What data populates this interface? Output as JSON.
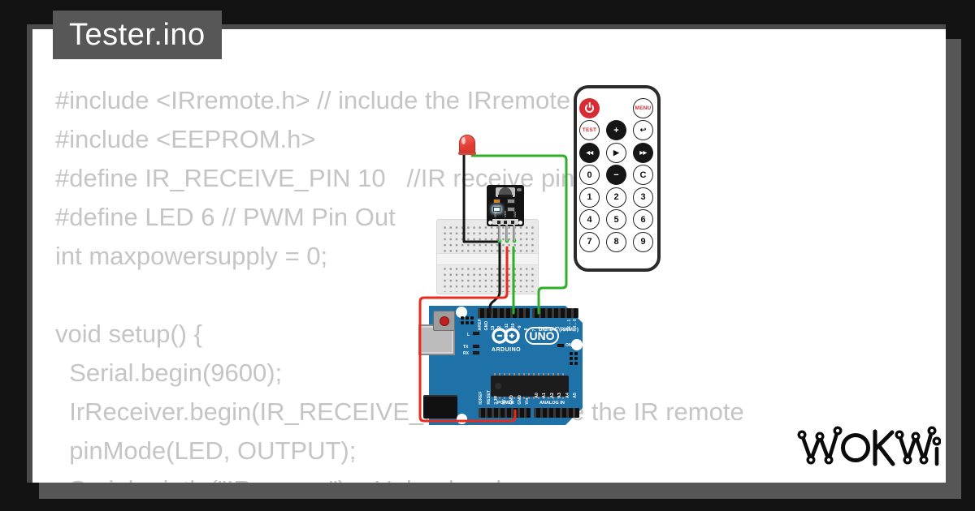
{
  "title": "Tester.ino",
  "code": {
    "lines": [
      "#include <IRremote.h> // include the IRremote library",
      "#include <EEPROM.h>",
      "#define IR_RECEIVE_PIN 10   //IR receive pin",
      "#define LED 6 // PWM Pin Out",
      "int maxpowersupply = 0;",
      "",
      "void setup() {",
      "  Serial.begin(9600);",
      "  IrReceiver.begin(IR_RECEIVE_PIN); // enable the IR remote",
      "  pinMode(LED, OUTPUT);",
      "  Serial.println(\"IRrecep..\");   Upload code"
    ]
  },
  "remote": {
    "buttons": [
      {
        "id": "power",
        "row": 0,
        "col": 0,
        "style": "red",
        "glyph": "power-icon",
        "label": ""
      },
      {
        "id": "menu",
        "row": 0,
        "col": 2,
        "style": "white-red",
        "label": "MENU"
      },
      {
        "id": "test",
        "row": 1,
        "col": 0,
        "style": "white-red",
        "label": "TEST"
      },
      {
        "id": "plus",
        "row": 1,
        "col": 1,
        "style": "black",
        "label": "+"
      },
      {
        "id": "back",
        "row": 1,
        "col": 2,
        "style": "white",
        "label": "↩",
        "size": "md"
      },
      {
        "id": "prev",
        "row": 2,
        "col": 0,
        "style": "black",
        "label": "◀◀",
        "size": "sm"
      },
      {
        "id": "play",
        "row": 2,
        "col": 1,
        "style": "white",
        "label": "▶",
        "size": "md"
      },
      {
        "id": "next",
        "row": 2,
        "col": 2,
        "style": "black",
        "label": "▶▶",
        "size": "sm"
      },
      {
        "id": "num-0",
        "row": 3,
        "col": 0,
        "style": "white",
        "label": "0"
      },
      {
        "id": "minus",
        "row": 3,
        "col": 1,
        "style": "black",
        "label": "−"
      },
      {
        "id": "clear",
        "row": 3,
        "col": 2,
        "style": "white",
        "label": "C"
      },
      {
        "id": "num-1",
        "row": 4,
        "col": 0,
        "style": "white",
        "label": "1"
      },
      {
        "id": "num-2",
        "row": 4,
        "col": 1,
        "style": "white",
        "label": "2"
      },
      {
        "id": "num-3",
        "row": 4,
        "col": 2,
        "style": "white",
        "label": "3"
      },
      {
        "id": "num-4",
        "row": 5,
        "col": 0,
        "style": "white",
        "label": "4"
      },
      {
        "id": "num-5",
        "row": 5,
        "col": 1,
        "style": "white",
        "label": "5"
      },
      {
        "id": "num-6",
        "row": 5,
        "col": 2,
        "style": "white",
        "label": "6"
      },
      {
        "id": "num-7",
        "row": 6,
        "col": 0,
        "style": "white",
        "label": "7"
      },
      {
        "id": "num-8",
        "row": 6,
        "col": 1,
        "style": "white",
        "label": "8"
      },
      {
        "id": "num-9",
        "row": 6,
        "col": 2,
        "style": "white",
        "label": "9"
      }
    ]
  },
  "arduino": {
    "brand": "ARDUINO",
    "model": "UNO",
    "digital_label": "DIGITAL (PWM ~)",
    "power_label": "POWER",
    "analog_label": "ANALOG IN",
    "on_label": "ON",
    "led_l": "L",
    "led_tx": "TX",
    "led_rx": "RX",
    "pins": {
      "digital_left": [
        "AREF",
        "GND",
        "13",
        "12",
        "~11",
        "~10",
        "~9",
        "8"
      ],
      "digital_right": [
        "7",
        "~6",
        "~5",
        "4",
        "~3",
        "2",
        "TX→1",
        "RX←0"
      ],
      "power": [
        "IOREF",
        "RESET",
        "3.3V",
        "5V",
        "GND",
        "GND",
        "Vin"
      ],
      "analog": [
        "A0",
        "A1",
        "A2",
        "A3",
        "A4",
        "A5"
      ]
    }
  },
  "ir_receiver": {
    "pins": [
      "GND",
      "VCC",
      "DAT"
    ]
  },
  "logo": {
    "brand": "WOKWI"
  },
  "colors": {
    "frame": "#131313",
    "shadow": "#565656",
    "titlebox": "#575757",
    "code_text": "#c5c5c5",
    "board_blue": "#1e72a8",
    "wire_red": "#ea2a1a",
    "wire_green": "#2fae27",
    "wire_black": "#161616",
    "remote_red": "#d92b32"
  }
}
